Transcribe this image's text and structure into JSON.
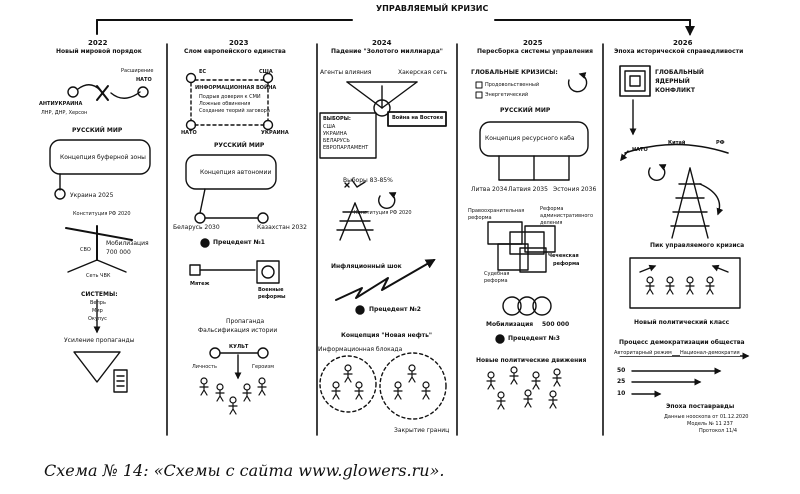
{
  "title": "УПРАВЛЯЕМЫЙ КРИЗИС",
  "caption": "Схема № 14: «Схемы с сайта www.glowers.ru».",
  "col2022": {
    "year": "2022",
    "heading": "Новый мировой порядок",
    "nato_exp": "Расширение",
    "nato": "НАТО",
    "antiukr": "АНТИУКРАИНА",
    "regions": "ЛНР, ДНР, Херсон",
    "russian_world": "РУССКИЙ МИР",
    "box": "Концепция буферной зоны",
    "ukraine": "Украина 2025",
    "constitution": "Конституция РФ 2020",
    "svo": "СВО",
    "mobil": "Мобилизация",
    "mobil_num": "700 000",
    "pmc": "Сеть ЧВК",
    "systems": "СИСТЕМЫ:",
    "sys1": "Вепрь",
    "sys2": "Мир",
    "sys3": "Окупус",
    "propaganda": "Усиление пропаганды"
  },
  "col2023": {
    "year": "2023",
    "heading": "Слом европейского единства",
    "eu": "ЕС",
    "usa": "США",
    "info_war": "ИНФОРМАЦИОННАЯ ВОЙНА",
    "iw1": "Подрыв доверия к СМИ",
    "iw2": "Ложные обвинения",
    "iw3": "Создание теорий заговора",
    "nato": "НАТО",
    "ukraine": "УКРАИНА",
    "russian_world": "РУССКИЙ МИР",
    "box": "Концепция автономии",
    "belarus": "Беларусь 2030",
    "kazakh": "Казахстан 2032",
    "precedent": "Прецедент №1",
    "revolt": "Мятеж",
    "mil_reform": "Военные",
    "mil_reform2": "реформы",
    "propaganda": "Пропаганда",
    "falsif": "Фальсификация истории",
    "cult": "КУЛЬТ",
    "person": "Личность",
    "heroism": "Героизм"
  },
  "col2024": {
    "year": "2024",
    "heading": "Падение \"Золотого миллиарда\"",
    "agents": "Агенты влияния",
    "hacker": "Хакерская сеть",
    "elections": "ВЫБОРЫ:",
    "el1": "США",
    "el2": "УКРАИНА",
    "el3": "БЕЛАРУСЬ",
    "el4": "ЕВРОПАРЛАМЕНТ",
    "east_war": "Война на Востоке",
    "elections_pct": "Выборы 83-85%",
    "constitution": "Конституция РФ 2020",
    "inflation": "Инфляционный шок",
    "precedent": "Прецедент №2",
    "new_oil": "Концепция \"Новая нефть\"",
    "blockade": "Информационная блокада",
    "borders": "Закрытие границ"
  },
  "col2025": {
    "year": "2025",
    "heading": "Пересборка системы управления",
    "global_crises": "ГЛОБАЛЬНЫЕ КРИЗИСЫ:",
    "cr1": "Продовольственный",
    "cr2": "Энергетический",
    "russian_world": "РУССКИЙ МИР",
    "box": "Концепция ресурсного каба",
    "lithuania": "Литва 2034",
    "latvia": "Латвия 2035",
    "estonia": "Эстония 2036",
    "law_reform": "Правоохранительная",
    "law_reform2": "реформа",
    "admin_reform": "Реформа",
    "admin_reform2": "административного",
    "admin_reform3": "деления",
    "chechen": "Чеченская",
    "chechen2": "реформа",
    "court_reform": "Судебная",
    "court_reform2": "реформа",
    "mobil": "Мобилизация",
    "mobil_num": "500 000",
    "precedent": "Прецедент №3",
    "movements": "Новые политические движения"
  },
  "col2026": {
    "year": "2026",
    "heading": "Эпоха исторической справедливости",
    "global_conf": "ГЛОБАЛЬНЫЙ",
    "global_conf2": "ЯДЕРНЫЙ",
    "global_conf3": "КОНФЛИКТ",
    "nato": "НАТО",
    "china": "Китай",
    "rf": "РФ",
    "crisis_peak": "Пик управляемого кризиса",
    "new_class": "Новый политический класс",
    "democ": "Процесс демократизации общества",
    "auth": "Авторитарный режим",
    "nat_dem": "Национал-демократия",
    "n50": "50",
    "n25": "25",
    "n10": "10",
    "era": "Эпоха поставравды",
    "foot1": "Данные нооскопа от 01.12.2020",
    "foot2": "Модель № 11 237",
    "foot3": "Протокол 11/4"
  }
}
